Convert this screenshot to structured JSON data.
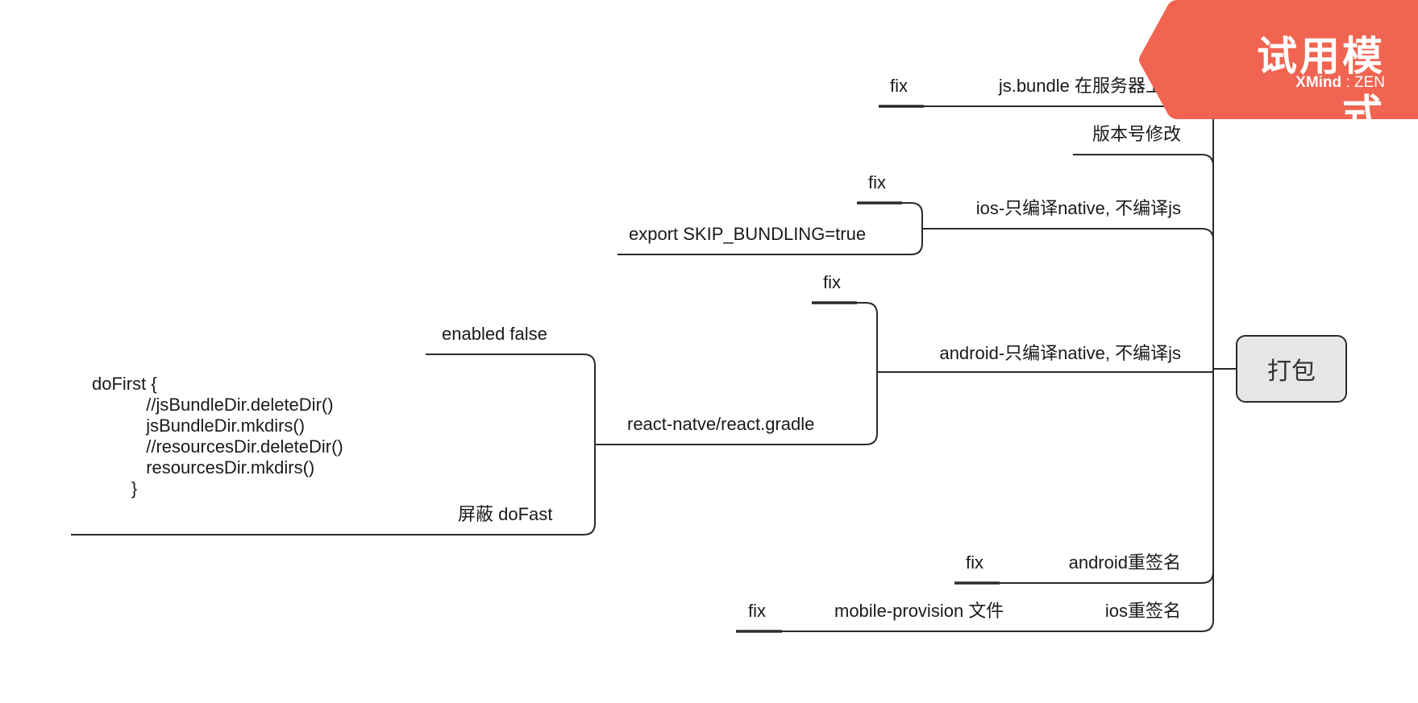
{
  "root": {
    "label": "打包"
  },
  "branches": {
    "bundle_server": {
      "label": "js.bundle 在服务器上打",
      "fix": "fix"
    },
    "version": {
      "label": "版本号修改"
    },
    "ios_native": {
      "label": "ios-只编译native, 不编译js",
      "fix": "fix",
      "child": "export SKIP_BUNDLING=true"
    },
    "android_native": {
      "label": "android-只编译native, 不编译js",
      "fix": "fix",
      "gradle": {
        "label": "react-natve/react.gradle",
        "enabled": "enabled false",
        "dofast": "屏蔽 doFast",
        "code": "doFirst {\n           //jsBundleDir.deleteDir()\n           jsBundleDir.mkdirs()\n           //resourcesDir.deleteDir()\n           resourcesDir.mkdirs()\n        }"
      }
    },
    "android_resign": {
      "label": "android重签名",
      "fix": "fix"
    },
    "ios_resign": {
      "label": "ios重签名",
      "provision": "mobile-provision 文件",
      "fix": "fix"
    }
  },
  "watermark": {
    "title": "试用模式",
    "brand": "XMind",
    "edition": "ZEN",
    "color": "#f06451"
  },
  "colors": {
    "line": "#2b2b2b",
    "root_fill": "#e6e6e6"
  }
}
